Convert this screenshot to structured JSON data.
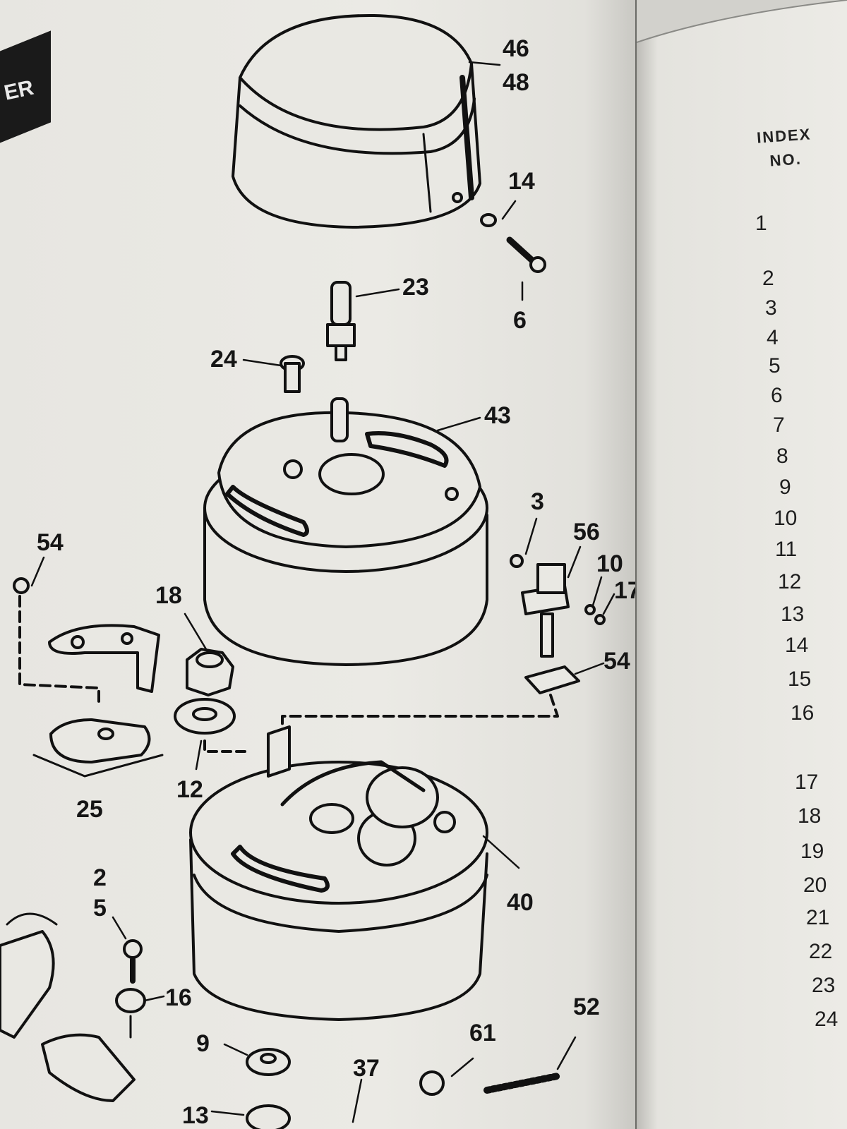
{
  "tab": {
    "label": "ER"
  },
  "callouts": [
    "46",
    "48",
    "14",
    "23",
    "6",
    "24",
    "43",
    "3",
    "56",
    "10",
    "17",
    "54",
    "18",
    "54",
    "12",
    "25",
    "40",
    "2",
    "5",
    "16",
    "9",
    "37",
    "61",
    "52",
    "13"
  ],
  "index_table": {
    "header_line1": "INDEX",
    "header_line2": "NO.",
    "numbers": [
      "1",
      "2",
      "3",
      "4",
      "5",
      "6",
      "7",
      "8",
      "9",
      "10",
      "11",
      "12",
      "13",
      "14",
      "15",
      "16",
      "17",
      "18",
      "19",
      "20",
      "21",
      "22",
      "23",
      "24"
    ]
  }
}
